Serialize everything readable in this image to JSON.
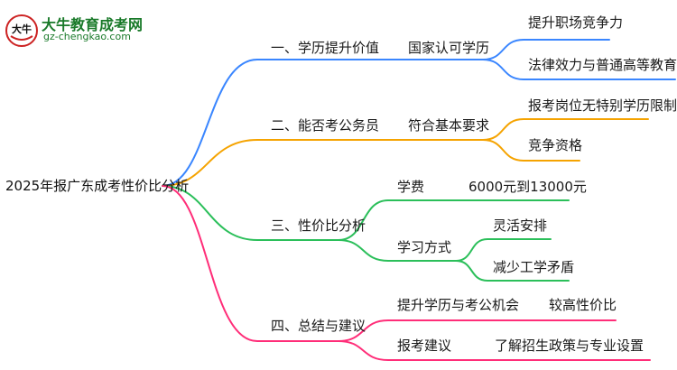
{
  "logo": {
    "site_name": "大牛教育成考网",
    "url": "gz-chengkao.com",
    "badge_text": "大牛",
    "color": "#1a7a2a"
  },
  "root": "2025年报广东成考性价比分析",
  "branches": [
    {
      "label": "一、学历提升价值",
      "color": "#3a86ff",
      "children": [
        {
          "label": "国家认可学历",
          "children": [
            "提升职场竞争力",
            "法律效力与普通高等教育相同"
          ]
        }
      ]
    },
    {
      "label": "二、能否考公务员",
      "color": "#f5a300",
      "children": [
        {
          "label": "符合基本要求",
          "children": [
            "报考岗位无特别学历限制",
            "竞争资格"
          ]
        }
      ]
    },
    {
      "label": "三、性价比分析",
      "color": "#2bbf5a",
      "children": [
        {
          "label": "学费",
          "children": [
            "6000元到13000元"
          ]
        },
        {
          "label": "学习方式",
          "children": [
            "灵活安排",
            "减少工学矛盾"
          ]
        }
      ]
    },
    {
      "label": "四、总结与建议",
      "color": "#ff2d78",
      "children": [
        {
          "label": "提升学历与考公机会",
          "children": [
            "较高性价比"
          ]
        },
        {
          "label": "报考建议",
          "children": [
            "了解招生政策与专业设置"
          ]
        }
      ]
    }
  ]
}
